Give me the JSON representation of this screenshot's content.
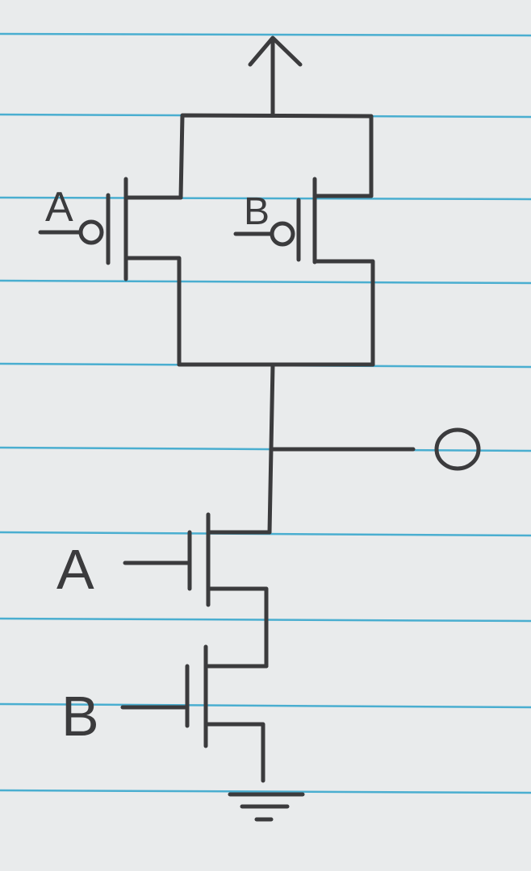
{
  "diagram": {
    "paper_color": "#e9ebec",
    "rule_color": "#4aaed0",
    "pencil_color": "#3b3b3d",
    "labels": {
      "pmos_a": "A",
      "pmos_b": "B",
      "nmos_a": "A",
      "nmos_b": "B",
      "output": "O"
    },
    "icons": [
      "supply-arrow-icon",
      "ground-icon",
      "inversion-bubble-icon"
    ]
  }
}
